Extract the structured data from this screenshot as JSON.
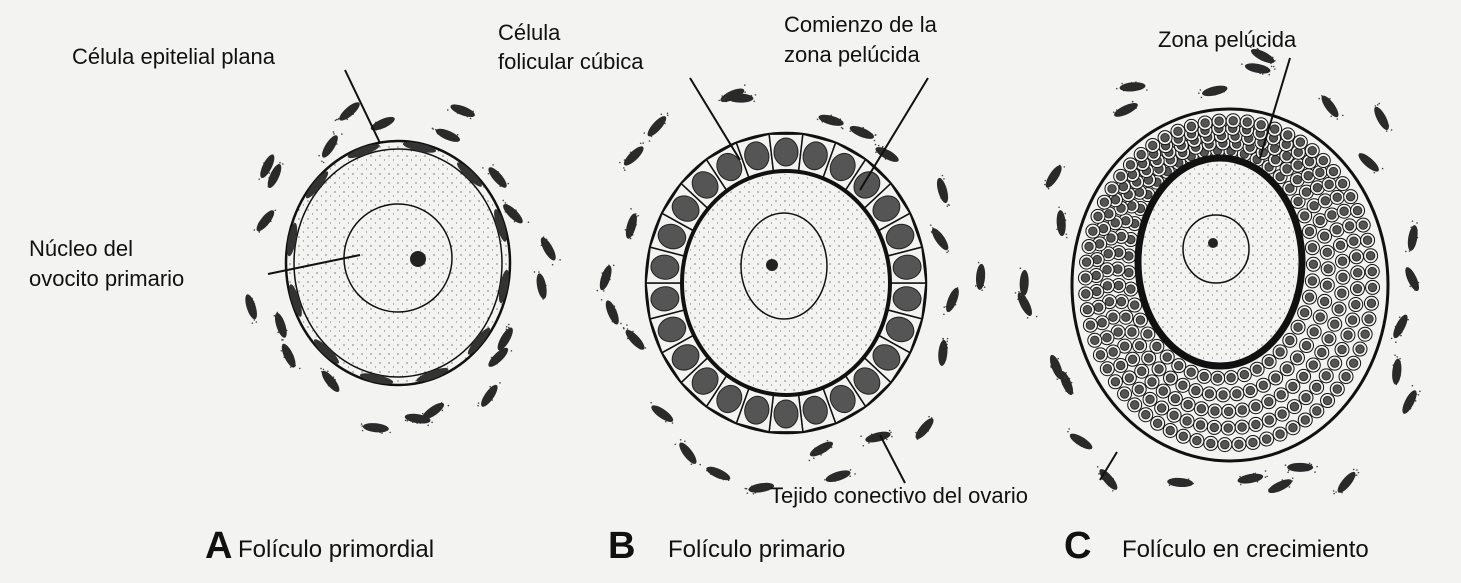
{
  "labels": {
    "celula_epitelial_plana": "Célula epitelial plana",
    "nucleo_ovocito_line1": "Núcleo del",
    "nucleo_ovocito_line2": "ovocito primario",
    "celula_folicular_line1": "Célula",
    "celula_folicular_line2": "folicular cúbica",
    "comienzo_zona_line1": "Comienzo de la",
    "comienzo_zona_line2": "zona pelúcida",
    "zona_pelucida": "Zona pelúcida",
    "tejido_conectivo": "Tejido conectivo del ovario"
  },
  "panels": [
    {
      "letter": "A",
      "caption": "Folículo primordial"
    },
    {
      "letter": "B",
      "caption": "Folículo primario"
    },
    {
      "letter": "C",
      "caption": "Folículo en crecimiento"
    }
  ],
  "colors": {
    "ink": "#111111",
    "background": "#f3f3f1",
    "cell_fill": "#555555"
  }
}
